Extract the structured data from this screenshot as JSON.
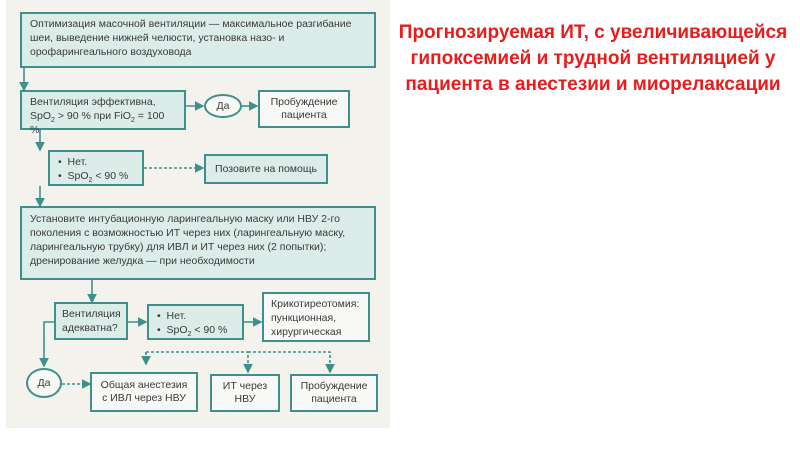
{
  "diagram": {
    "step1": "Оптимизация масочной вентиляции — максимальное разгибание шеи, выведение нижней челюсти, установка назо- и орофарингеального воздуховода",
    "q1": {
      "line1": "Вентиляция эффективна,",
      "spo2": "SpO",
      "sub2": "2",
      "cond": " > 90 % при FiO",
      "sub2b": "2",
      "cond2": " = 100 %"
    },
    "yes1": "Да",
    "wake1": "Пробуждение пациента",
    "no1": {
      "item1": "Нет.",
      "spo2": "SpO",
      "sub2": "2",
      "cond": " < 90 %",
      "bullet": "•"
    },
    "call_help": "Позовите на помощь",
    "step2": "Установите интубационную ларингеальную маску или НВУ 2-го поколения с возможностью ИТ через них (ларингеальную маску, ларингеальную трубку) для ИВЛ и ИТ через них (2 попытки); дренирование желудка — при необходимости",
    "q2": "Вентиляция адекватна?",
    "no2": {
      "item1": "Нет.",
      "spo2": "SpO",
      "sub2": "2",
      "cond": " < 90 %",
      "bullet": "•"
    },
    "crico": "Крикотиреотомия: пункционная, хирургическая",
    "yes2": "Да",
    "out1": "Общая анестезия с ИВЛ через НВУ",
    "out2": "ИТ через НВУ",
    "out3": "Пробуждение пациента"
  },
  "heading": "Прогнозируемая ИТ, с увеличивающейся гипоксемией и трудной вентиляцией у пациента в анестезии и миорелаксации",
  "colors": {
    "box_border": "#3f8f8b",
    "box_fill": "#dcece8",
    "heading": "#ea1b1b"
  }
}
